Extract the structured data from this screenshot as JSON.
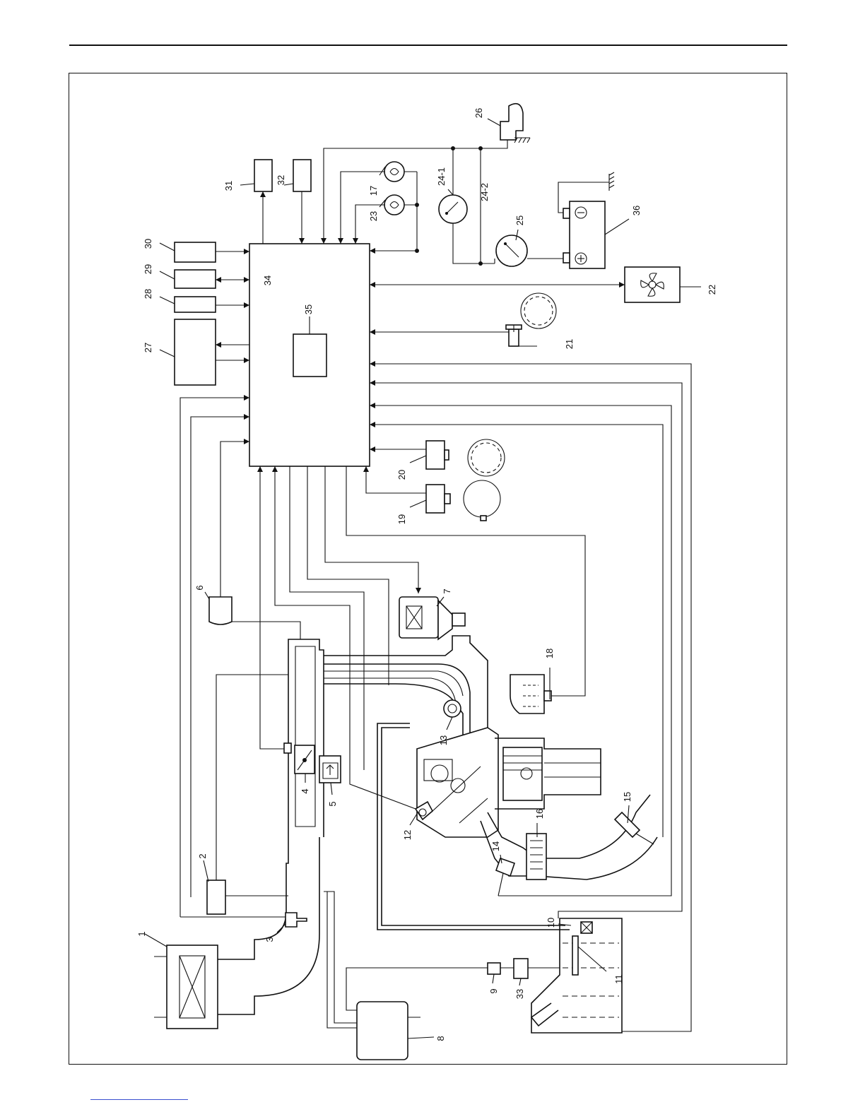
{
  "labels": {
    "c1": "1",
    "c2": "2",
    "c3": "3",
    "c4": "4",
    "c5": "5",
    "c6": "6",
    "c7": "7",
    "c8": "8",
    "c9": "9",
    "c10": "10",
    "c11": "11",
    "c12": "12",
    "c13": "13",
    "c14": "14",
    "c15": "15",
    "c16": "16",
    "c17": "17",
    "c18": "18",
    "c19": "19",
    "c20": "20",
    "c21": "21",
    "c22": "22",
    "c23": "23",
    "c24_1": "24-1",
    "c24_2": "24-2",
    "c25": "25",
    "c26": "26",
    "c27": "27",
    "c28": "28",
    "c29": "29",
    "c30": "30",
    "c31": "31",
    "c32": "32",
    "c33": "33",
    "c34": "34",
    "c35": "35",
    "c36": "36"
  },
  "icons": {
    "ground": "ground-icon",
    "battery_plus": "plus-icon",
    "battery_minus": "minus-icon",
    "fan": "fan-icon"
  }
}
